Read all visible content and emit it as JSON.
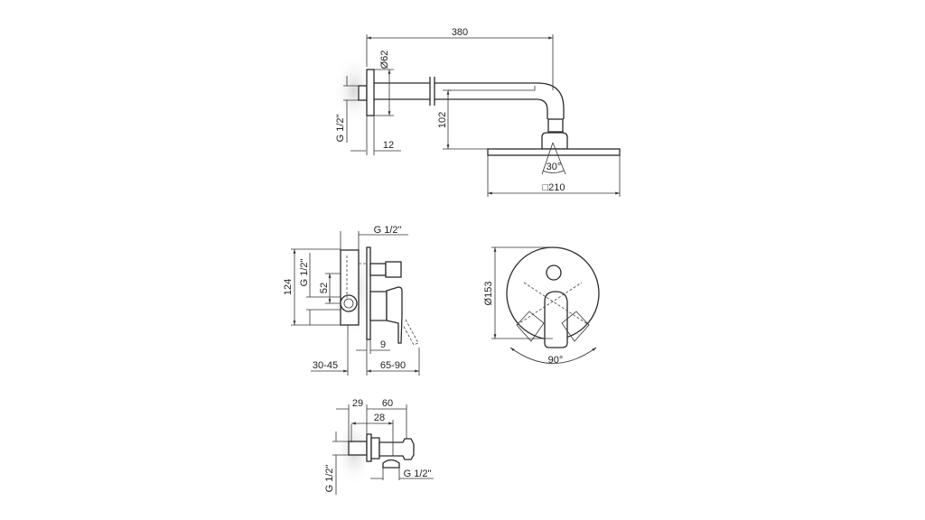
{
  "shower_arm_view": {
    "length": "380",
    "flange_diameter": "Ø62",
    "thread": "G 1/2\"",
    "flange_depth": "12",
    "head_drop": "102",
    "spray_angle": "30°",
    "head_size": "□210"
  },
  "mixer_side_view": {
    "top_thread": "G 1/2\"",
    "height": "124",
    "side_thread": "G 1/2\"",
    "outlet_offset": "52",
    "plate_gap": "9",
    "wall_depth": "30-45",
    "projection": "65-90"
  },
  "mixer_front_view": {
    "plate_diameter": "Ø153",
    "lever_rotation": "90°"
  },
  "wall_outlet_view": {
    "body_depth": "29",
    "total_length": "60",
    "outlet_position": "28",
    "bottom_thread": "G 1/2\"",
    "wall_thread": "G 1/2\""
  }
}
